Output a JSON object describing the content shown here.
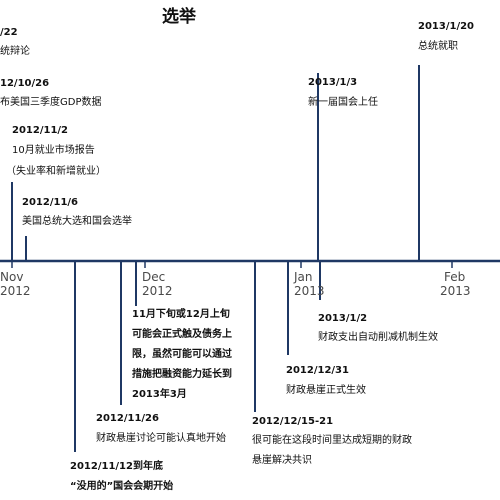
{
  "title": "选举",
  "axis": {
    "ticks": [
      {
        "month": "Nov",
        "year": "2012"
      },
      {
        "month": "Dec",
        "year": "2012"
      },
      {
        "month": "Jan",
        "year": "2013"
      },
      {
        "month": "Feb",
        "year": "2013"
      }
    ]
  },
  "events": [
    {
      "date": "/22",
      "lines": [
        "统辩论"
      ]
    },
    {
      "date": "12/10/26",
      "lines": [
        "布美国三季度GDP数据"
      ]
    },
    {
      "date": "2012/11/2",
      "lines": [
        "10月就业市场报告",
        "（失业率和新增就业）"
      ]
    },
    {
      "date": "2012/11/6",
      "lines": [
        "美国总统大选和国会选举"
      ]
    },
    {
      "date": "2013/1/3",
      "lines": [
        "新一届国会上任"
      ]
    },
    {
      "date": "2013/1/20",
      "lines": [
        "总统就职"
      ]
    },
    {
      "date": "2013/1/2",
      "lines": [
        "财政支出自动削减机制生效"
      ]
    },
    {
      "date": "2012/12/31",
      "lines": [
        "财政悬崖正式生效"
      ]
    },
    {
      "date": "2012/12/15-21",
      "lines": [
        "很可能在这段时间里达成短期的财政",
        "悬崖解决共识"
      ]
    },
    {
      "date": "",
      "lines": [
        "11月下旬或12月上旬",
        "可能会正式触及债务上",
        "限，虽然可能可以通过",
        "措施把融资能力延长到",
        "2013年3月"
      ]
    },
    {
      "date": "2012/11/26",
      "lines": [
        "财政悬崖讨论可能认真地开始"
      ]
    },
    {
      "date": "2012/11/12到年底",
      "lines": [
        "“没用的”国会会期开始"
      ]
    }
  ]
}
